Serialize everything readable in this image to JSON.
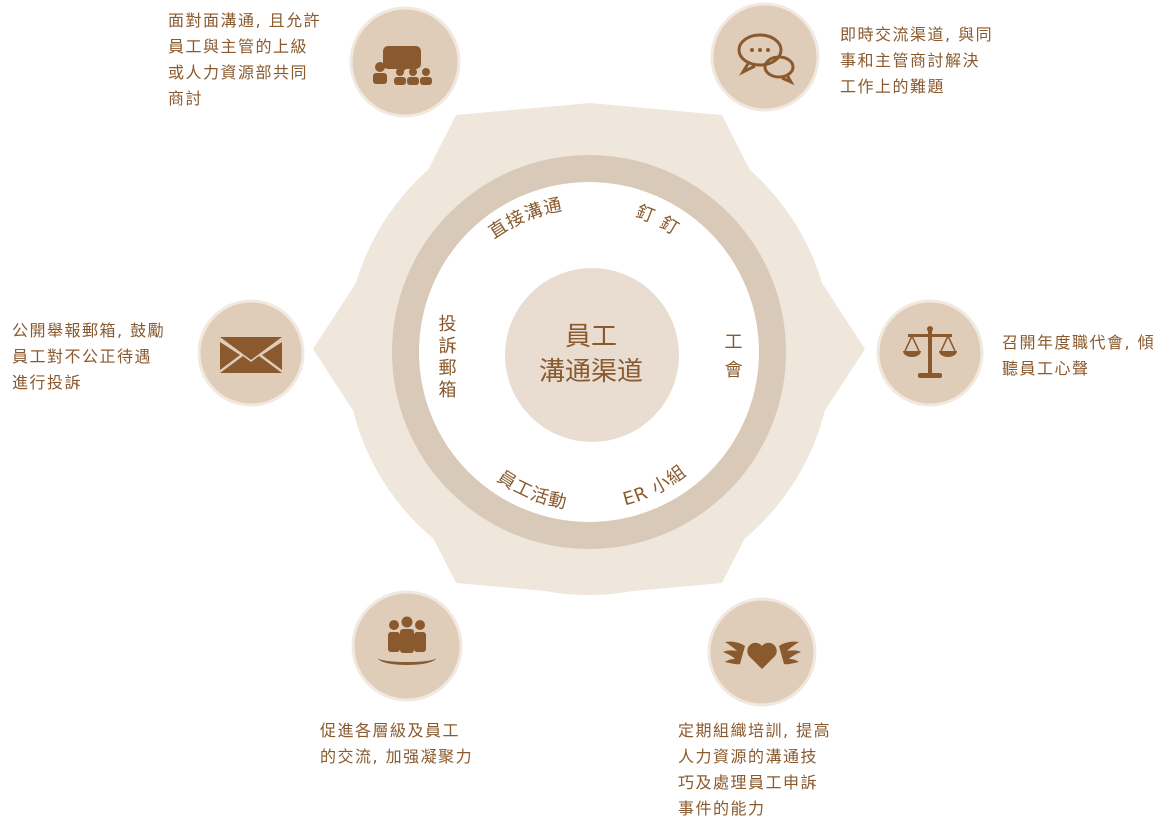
{
  "center": {
    "line1": "員工",
    "line2": "溝通渠道"
  },
  "ring_labels": {
    "direct": "直接溝通",
    "dingding": "釘 釘",
    "union": [
      "工",
      "會"
    ],
    "er_group": "ER 小組",
    "activities": "員工活動",
    "complaint_box": [
      "投",
      "訴",
      "郵",
      "箱"
    ]
  },
  "channels": {
    "direct": {
      "icon": "meeting-icon",
      "lines": [
        "面對面溝通, 且允許",
        "員工與主管的上級",
        "或人力資源部共同",
        "商討"
      ]
    },
    "dingding": {
      "icon": "chat-bubbles-icon",
      "lines": [
        "即時交流渠道, 與同",
        "事和主管商討解決",
        "工作上的難題"
      ]
    },
    "union": {
      "icon": "scales-icon",
      "lines": [
        "召開年度職代會, 傾",
        "聽員工心聲"
      ]
    },
    "er_group": {
      "icon": "winged-heart-icon",
      "lines": [
        "定期組織培訓, 提高",
        "人力資源的溝通技",
        "巧及處理員工申訴",
        "事件的能力"
      ]
    },
    "activities": {
      "icon": "team-icon",
      "lines": [
        "促進各層級及員工",
        "的交流, 加强凝聚力"
      ]
    },
    "complaint_box": {
      "icon": "envelope-icon",
      "lines": [
        "公開舉報郵箱, 鼓勵",
        "員工對不公正待遇",
        "進行投訴"
      ]
    }
  },
  "colors": {
    "outer_shape": "#efe6dc",
    "ring": "#d9c9b8",
    "inner_disc": "#ffffff",
    "center_disc": "#e9ddd1",
    "icon_circle": "#dfcdb9",
    "icon_circle_border": "#f1e8df",
    "icon_fill": "#8a5a2e",
    "text": "#8a5a2e"
  }
}
